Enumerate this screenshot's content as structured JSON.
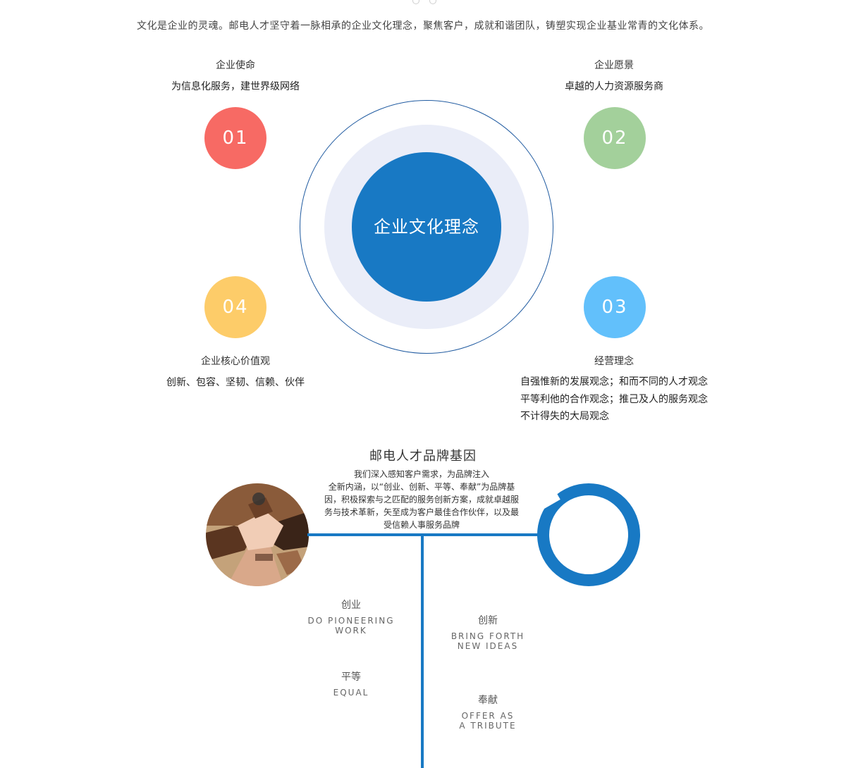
{
  "intro": "文化是企业的灵魂。邮电人才坚守着一脉相承的企业文化理念，聚焦客户，成就和谐团队，铸塑实现企业基业常青的文化体系。",
  "center_label": "企业文化理念",
  "blocks": {
    "mission": {
      "number": "01",
      "title": "企业使命",
      "text": "为信息化服务，建世界级网络",
      "color": "#f76a64"
    },
    "vision": {
      "number": "02",
      "title": "企业愿景",
      "text": "卓越的人力资源服务商",
      "color": "#a3d09b"
    },
    "management": {
      "number": "03",
      "title": "经营理念",
      "lines": [
        "自强惟新的发展观念；和而不同的人才观念",
        "平等利他的合作观念；推己及人的服务观念",
        "不计得失的大局观念"
      ],
      "color": "#62c0fb"
    },
    "values": {
      "number": "04",
      "title": "企业核心价值观",
      "text": "创新、包容、坚韧、信赖、伙伴",
      "color": "#fdcc69"
    }
  },
  "brand": {
    "title": "邮电人才品牌基因",
    "desc_lines": [
      "我们深入感知客户需求，为品牌注入",
      "全新内涵，以“创业、创新、平等、奉献”为品牌基",
      "因，积极探索与之匹配的服务创新方案，成就卓越服",
      "务与技术革新，矢至成为客户最佳合作伙伴，以及最",
      "受信赖人事服务品牌"
    ],
    "values": [
      {
        "cn": "创业",
        "en_lines": [
          "DO PIONEERING",
          "WORK"
        ]
      },
      {
        "cn": "创新",
        "en_lines": [
          "BRING FORTH",
          "NEW IDEAS"
        ]
      },
      {
        "cn": "平等",
        "en_lines": [
          "EQUAL"
        ]
      },
      {
        "cn": "奉献",
        "en_lines": [
          "OFFER AS",
          "A TRIBUTE"
        ]
      }
    ],
    "accent": "#1879c4"
  }
}
